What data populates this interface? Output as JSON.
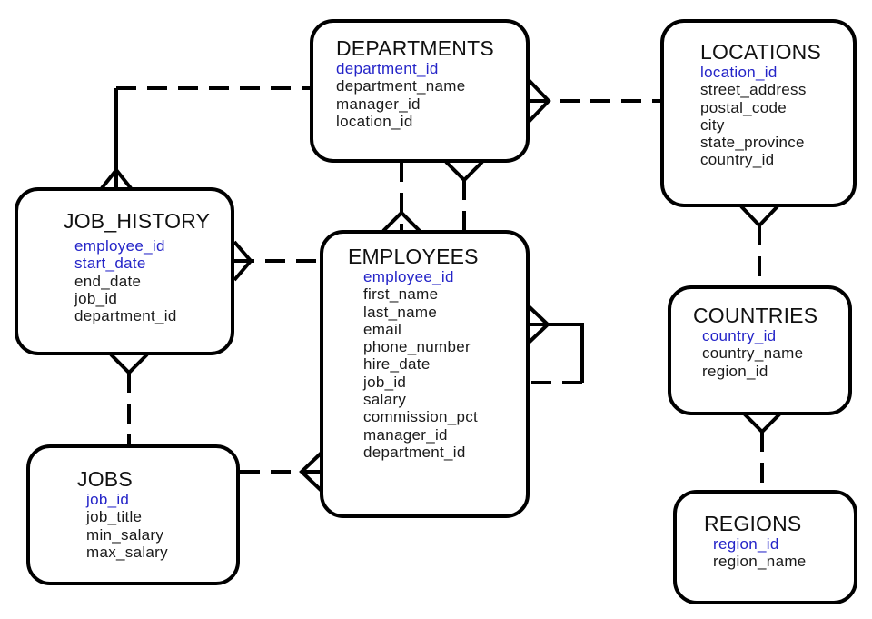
{
  "entities": {
    "departments": {
      "title": "DEPARTMENTS",
      "fields": [
        {
          "name": "department_id",
          "key": true
        },
        {
          "name": "department_name",
          "key": false
        },
        {
          "name": "manager_id",
          "key": false
        },
        {
          "name": "location_id",
          "key": false
        }
      ]
    },
    "locations": {
      "title": "LOCATIONS",
      "fields": [
        {
          "name": "location_id",
          "key": true
        },
        {
          "name": "street_address",
          "key": false
        },
        {
          "name": "postal_code",
          "key": false
        },
        {
          "name": "city",
          "key": false
        },
        {
          "name": "state_province",
          "key": false
        },
        {
          "name": "country_id",
          "key": false
        }
      ]
    },
    "job_history": {
      "title": "JOB_HISTORY",
      "fields": [
        {
          "name": "employee_id",
          "key": true
        },
        {
          "name": "start_date",
          "key": true
        },
        {
          "name": "end_date",
          "key": false
        },
        {
          "name": "job_id",
          "key": false
        },
        {
          "name": "department_id",
          "key": false
        }
      ]
    },
    "employees": {
      "title": "EMPLOYEES",
      "fields": [
        {
          "name": "employee_id",
          "key": true
        },
        {
          "name": "first_name",
          "key": false
        },
        {
          "name": "last_name",
          "key": false
        },
        {
          "name": "email",
          "key": false
        },
        {
          "name": "phone_number",
          "key": false
        },
        {
          "name": "hire_date",
          "key": false
        },
        {
          "name": "job_id",
          "key": false
        },
        {
          "name": "salary",
          "key": false
        },
        {
          "name": "commission_pct",
          "key": false
        },
        {
          "name": "manager_id",
          "key": false
        },
        {
          "name": "department_id",
          "key": false
        }
      ]
    },
    "countries": {
      "title": "COUNTRIES",
      "fields": [
        {
          "name": "country_id",
          "key": true
        },
        {
          "name": "country_name",
          "key": false
        },
        {
          "name": "region_id",
          "key": false
        }
      ]
    },
    "jobs": {
      "title": "JOBS",
      "fields": [
        {
          "name": "job_id",
          "key": true
        },
        {
          "name": "job_title",
          "key": false
        },
        {
          "name": "min_salary",
          "key": false
        },
        {
          "name": "max_salary",
          "key": false
        }
      ]
    },
    "regions": {
      "title": "REGIONS",
      "fields": [
        {
          "name": "region_id",
          "key": true
        },
        {
          "name": "region_name",
          "key": false
        }
      ]
    }
  },
  "colors": {
    "key_field": "#2424c8",
    "text": "#1a1a1a",
    "line": "#000000"
  }
}
